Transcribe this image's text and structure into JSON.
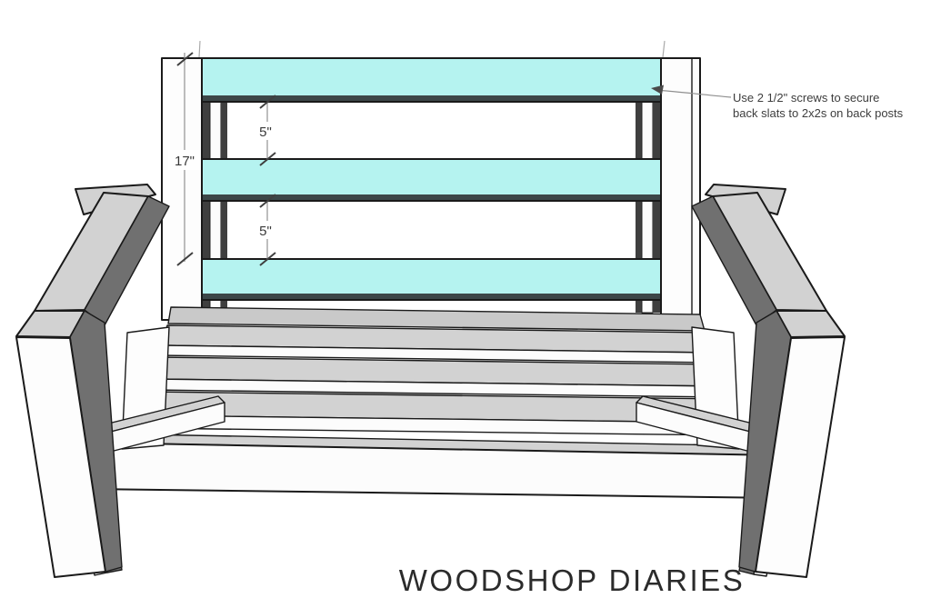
{
  "diagram": {
    "watermark": "WOODSHOP DIARIES",
    "annotation": {
      "line1": "Use 2 1/2\" screws to secure",
      "line2": "back slats to 2x2s on back posts"
    },
    "dimensions": {
      "back_post_height": "17\"",
      "upper_slat_gap": "5\"",
      "lower_slat_gap": "5\""
    },
    "colors": {
      "background": "#ffffff",
      "slat_highlight": "#b5f3f0",
      "slat_edge_shadow": "#3c4648",
      "wood_white": "#fcfcfc",
      "wood_top_gray": "#d2d2d2",
      "wood_side_dark": "#707070",
      "outline": "#1a1a1a",
      "dimension_line": "#9a9a9a",
      "dimension_text": "#3a3a3a",
      "annotation_text": "#3d3d3d",
      "watermark_text": "#2b2b2b"
    }
  }
}
